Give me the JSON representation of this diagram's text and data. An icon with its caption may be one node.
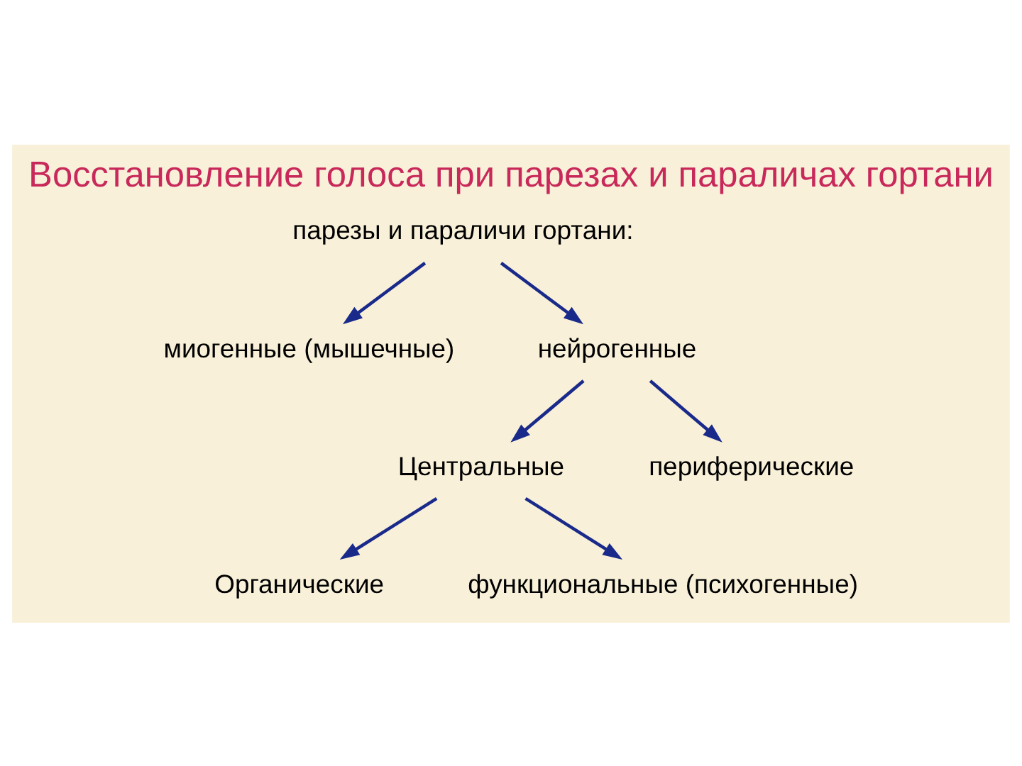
{
  "diagram": {
    "title": "Восстановление голоса при парезах и параличах гортани",
    "nodes": [
      {
        "text": [
          "парезы и параличи гортани:"
        ]
      },
      {
        "text": [
          "миогенные (мышечные)"
        ]
      },
      {
        "text": [
          "нейрогенные"
        ]
      },
      {
        "text": [
          "Центральные"
        ]
      },
      {
        "text": [
          "периферические"
        ]
      },
      {
        "text": [
          "Органические"
        ]
      },
      {
        "text": [
          "функциональные (психогенные)"
        ]
      }
    ],
    "edges": [
      {
        "from": 0,
        "to": 1,
        "arrow": "to"
      },
      {
        "from": 0,
        "to": 2,
        "arrow": "to"
      },
      {
        "from": 2,
        "to": 3,
        "arrow": "to"
      },
      {
        "from": 2,
        "to": 4,
        "arrow": "to"
      },
      {
        "from": 3,
        "to": 5,
        "arrow": "to"
      },
      {
        "from": 3,
        "to": 6,
        "arrow": "to"
      }
    ]
  }
}
